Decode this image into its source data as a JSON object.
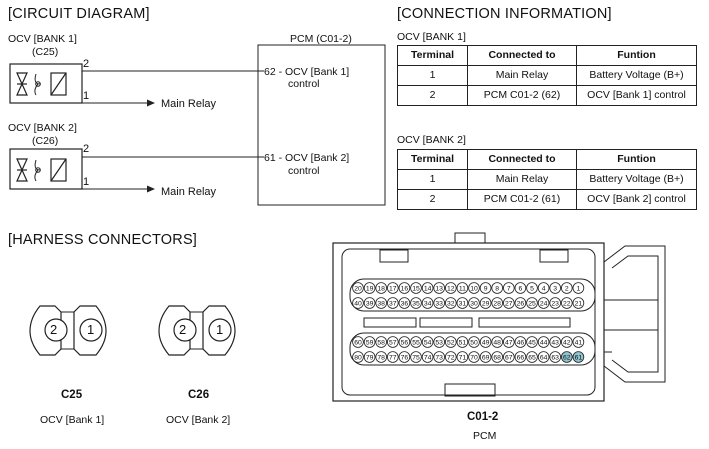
{
  "circuit": {
    "title": "[CIRCUIT DIAGRAM]",
    "ocv1": {
      "name": "OCV [BANK 1]",
      "code": "(C25)",
      "pin_top": "2",
      "pin_bottom": "1",
      "dest": "Main Relay"
    },
    "ocv2": {
      "name": "OCV [BANK 2]",
      "code": "(C26)",
      "pin_top": "2",
      "pin_bottom": "1",
      "dest": "Main Relay"
    },
    "pcm": {
      "title": "PCM (C01-2)",
      "pin1": "62 - OCV [Bank 1]",
      "pin1_sub": "control",
      "pin2": "61 - OCV [Bank 2]",
      "pin2_sub": "control"
    }
  },
  "connection": {
    "title": "[CONNECTION INFORMATION]",
    "headers": [
      "Terminal",
      "Connected to",
      "Funtion"
    ],
    "bank1": {
      "label": "OCV [BANK 1]",
      "rows": [
        [
          "1",
          "Main Relay",
          "Battery Voltage (B+)"
        ],
        [
          "2",
          "PCM C01-2 (62)",
          "OCV [Bank 1] control"
        ]
      ]
    },
    "bank2": {
      "label": "OCV [BANK 2]",
      "rows": [
        [
          "1",
          "Main Relay",
          "Battery Voltage (B+)"
        ],
        [
          "2",
          "PCM C01-2 (61)",
          "OCV [Bank 2] control"
        ]
      ]
    }
  },
  "harness": {
    "title": "[HARNESS CONNECTORS]",
    "c25": {
      "code": "C25",
      "desc": "OCV [Bank 1]",
      "pins": [
        "2",
        "1"
      ]
    },
    "c26": {
      "code": "C26",
      "desc": "OCV [Bank 2]",
      "pins": [
        "2",
        "1"
      ]
    },
    "c012": {
      "code": "C01-2",
      "desc": "PCM",
      "row1": [
        "20",
        "19",
        "18",
        "17",
        "16",
        "15",
        "14",
        "13",
        "12",
        "11",
        "10",
        "9",
        "8",
        "7",
        "6",
        "5",
        "4",
        "3",
        "2",
        "1"
      ],
      "row2": [
        "40",
        "39",
        "38",
        "37",
        "36",
        "35",
        "34",
        "33",
        "32",
        "31",
        "30",
        "29",
        "28",
        "27",
        "26",
        "25",
        "24",
        "23",
        "22",
        "21"
      ],
      "row3": [
        "60",
        "59",
        "58",
        "57",
        "56",
        "55",
        "54",
        "53",
        "52",
        "51",
        "50",
        "49",
        "48",
        "47",
        "46",
        "45",
        "44",
        "43",
        "42",
        "41"
      ],
      "row4": [
        "80",
        "79",
        "78",
        "77",
        "76",
        "75",
        "74",
        "73",
        "72",
        "71",
        "70",
        "69",
        "68",
        "67",
        "66",
        "65",
        "64",
        "63",
        "62",
        "61"
      ],
      "highlight": [
        "62",
        "61"
      ],
      "highlight_color": "#8fc4cf"
    }
  }
}
